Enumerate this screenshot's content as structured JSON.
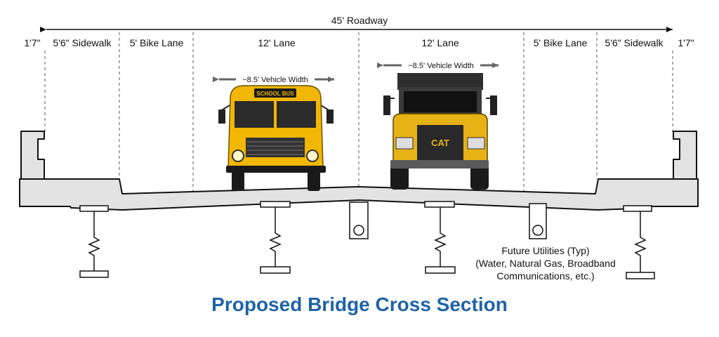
{
  "roadway": {
    "label": "45' Roadway"
  },
  "segments": {
    "left_curb": "1'7\"",
    "left_sidewalk": "5'6\" Sidewalk",
    "left_bike": "5' Bike Lane",
    "lane1": "12' Lane",
    "lane2": "12' Lane",
    "right_bike": "5' Bike Lane",
    "right_sidewalk": "5'6\" Sidewalk",
    "right_curb": "1'7\""
  },
  "vehicles": {
    "bus": {
      "width_label": "~8.5' Vehicle Width",
      "sign": "SCHOOL BUS"
    },
    "truck": {
      "width_label": "~8.5' Vehicle Width",
      "badge": "CAT"
    }
  },
  "utilities": {
    "line1": "Future Utilities (Typ)",
    "line2": "(Water, Natural Gas, Broadband",
    "line3": "Communications, etc.)"
  },
  "title": "Proposed Bridge Cross Section",
  "colors": {
    "title": "#1f63a8",
    "deck_fill": "#e3e3e3",
    "bus_yellow": "#f2b705",
    "truck_yellow": "#e6b216"
  }
}
